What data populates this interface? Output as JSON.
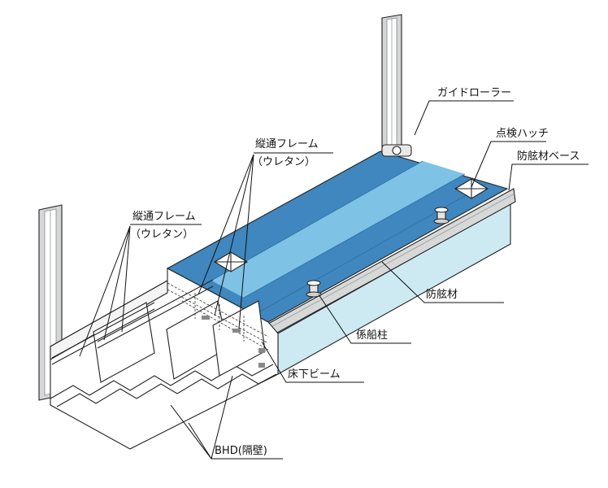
{
  "labels": {
    "guide_roller": "ガイドローラー",
    "inspection_hatch": "点検ハッチ",
    "fender_base": "防舷材ベース",
    "longitudinal_frame_top": "縦通フレーム",
    "urethan_top": "（ウレタン）",
    "longitudinal_frame_left": "縦通フレーム",
    "urethan_left": "（ウレタン）",
    "fender": "防舷材",
    "mooring_post": "係船柱",
    "floor_beam": "床下ビーム",
    "bhd": "BHD(隔壁)"
  },
  "colors": {
    "deck_dark": "#3f87be",
    "deck_light": "#7ec2e6",
    "side_panel": "#cdeaf3",
    "fender_grey": "#d7d8d8",
    "steel": "#c9cbcc",
    "hull_white": "#ffffff"
  }
}
